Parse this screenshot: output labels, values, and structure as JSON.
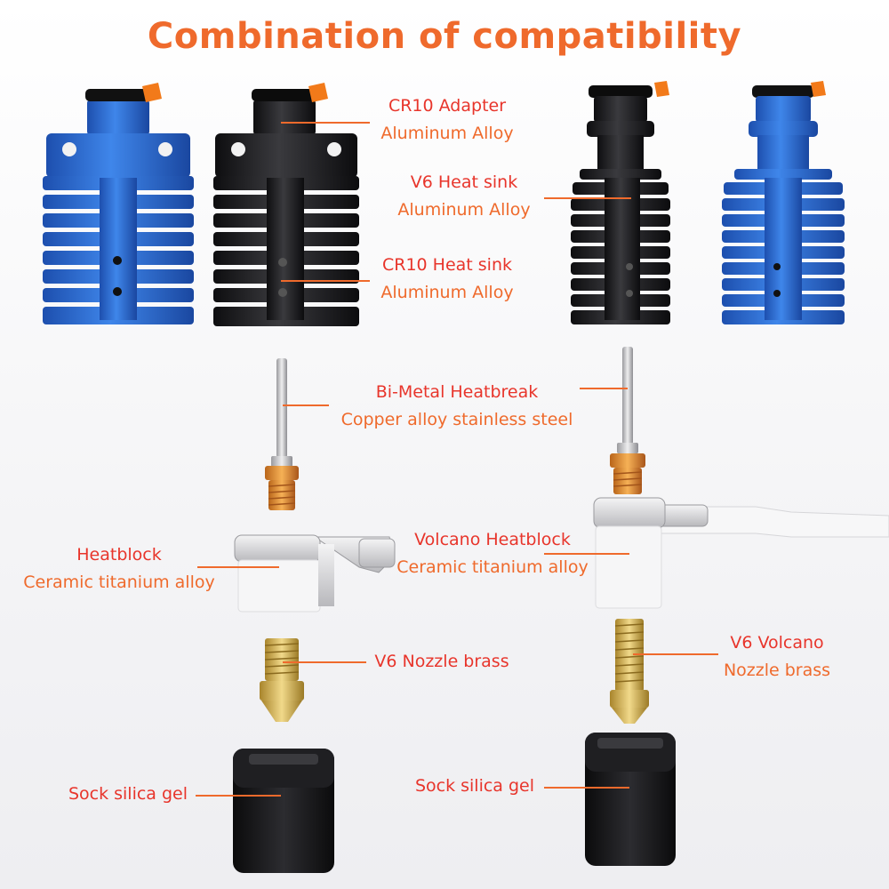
{
  "title": "Combination of compatibility",
  "labels": {
    "cr10_adapter": {
      "name": "CR10 Adapter",
      "material": "Aluminum Alloy"
    },
    "v6_heatsink": {
      "name": "V6 Heat sink",
      "material": "Aluminum Alloy"
    },
    "cr10_heatsink": {
      "name": "CR10 Heat sink",
      "material": "Aluminum Alloy"
    },
    "heatbreak": {
      "name": "Bi-Metal Heatbreak",
      "material": "Copper alloy stainless steel"
    },
    "heatblock": {
      "name": "Heatblock",
      "material": "Ceramic titanium alloy"
    },
    "volcano_heatblock": {
      "name": "Volcano Heatblock",
      "material": "Ceramic titanium alloy"
    },
    "v6_nozzle": {
      "name": "V6 Nozzle brass"
    },
    "volcano_nozzle": {
      "name": "V6 Volcano",
      "material": "Nozzle brass"
    },
    "sock_left": {
      "name": "Sock silica gel"
    },
    "sock_right": {
      "name": "Sock silica gel"
    }
  },
  "colors": {
    "title": "#ef6a2c",
    "label_name": "#e8352b",
    "label_material": "#ef6a2c",
    "blue_anodized": "#2a66c8",
    "black_anodized": "#1c1c1e",
    "brass": "#c9a64a",
    "copper": "#e08a2a"
  }
}
